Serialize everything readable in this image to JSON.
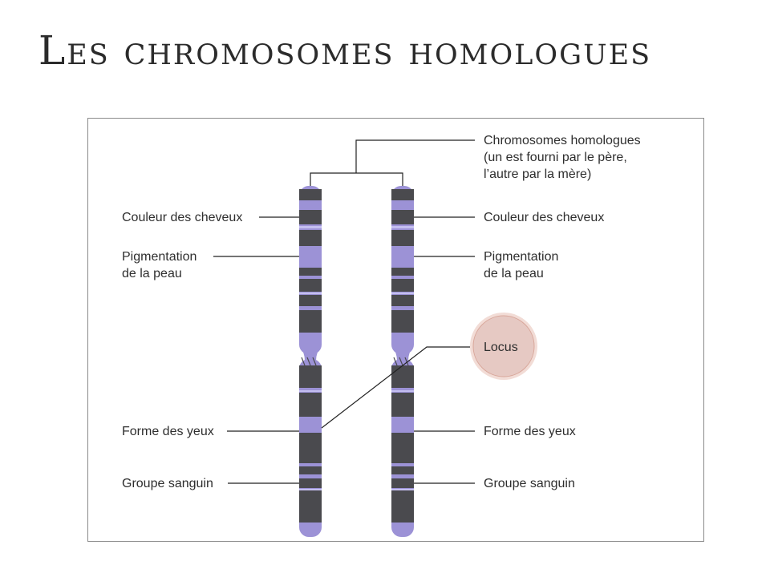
{
  "title": "Les chromosomes homologues",
  "colors": {
    "chromosome_light": "#9c92d6",
    "chromosome_dark": "#4a4a4e",
    "chromosome_band_light": "#c4bff0",
    "locus_fill": "#e6c9c3",
    "locus_ring": "#f2dcd6",
    "line": "#222222"
  },
  "labels": {
    "homologous_chromosomes": "Chromosomes homologues\n(un est fourni par le père,\nl’autre par la mère)",
    "hair_color_left": "Couleur des cheveux",
    "hair_color_right": "Couleur des cheveux",
    "skin_pigmentation_left": "Pigmentation\nde la peau",
    "skin_pigmentation_right": "Pigmentation\nde la peau",
    "locus": "Locus",
    "eye_shape_left": "Forme des yeux",
    "eye_shape_right": "Forme des yeux",
    "blood_group_left": "Groupe sanguin",
    "blood_group_right": "Groupe sanguin"
  }
}
